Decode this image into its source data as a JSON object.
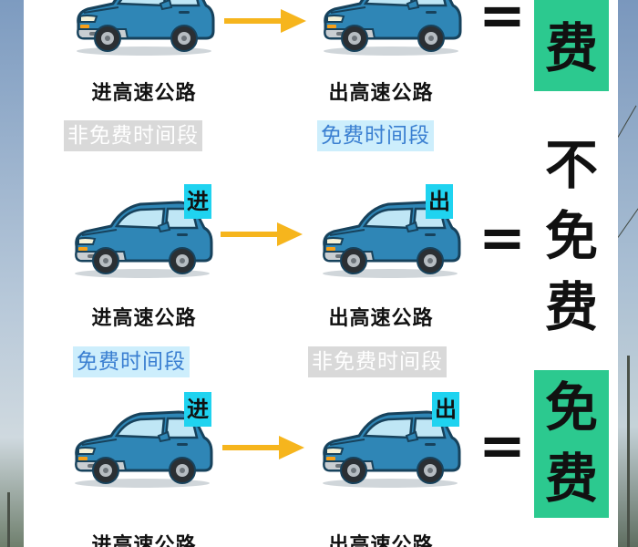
{
  "rows": [
    {
      "enter_label": "进高速公路",
      "exit_label": "出高速公路",
      "enter_period": "非免费时间段",
      "exit_period": "免费时间段",
      "enter_tag": "",
      "exit_tag": "",
      "result_chars": [
        "费"
      ]
    },
    {
      "enter_label": "进高速公路",
      "exit_label": "出高速公路",
      "enter_period": "免费时间段",
      "exit_period": "非免费时间段",
      "enter_tag": "进",
      "exit_tag": "出",
      "result_chars": [
        "不",
        "免",
        "费"
      ]
    },
    {
      "enter_label": "进高速公路",
      "exit_label": "出高速公路",
      "enter_tag": "进",
      "exit_tag": "出",
      "result_chars": [
        "免",
        "费"
      ]
    }
  ],
  "equals_sign": "=",
  "colors": {
    "card": "#ffffff",
    "car_body": "#2f86b6",
    "arrow": "#f6b51d",
    "result_green": "#2cc98f",
    "tag_cyan": "#1fd3f0",
    "free_bg": "#cdeefc",
    "free_text": "#3a7fd1",
    "nonfree_bg": "#d9d9d9"
  },
  "icons": [
    "car-icon",
    "right-arrow-icon"
  ]
}
